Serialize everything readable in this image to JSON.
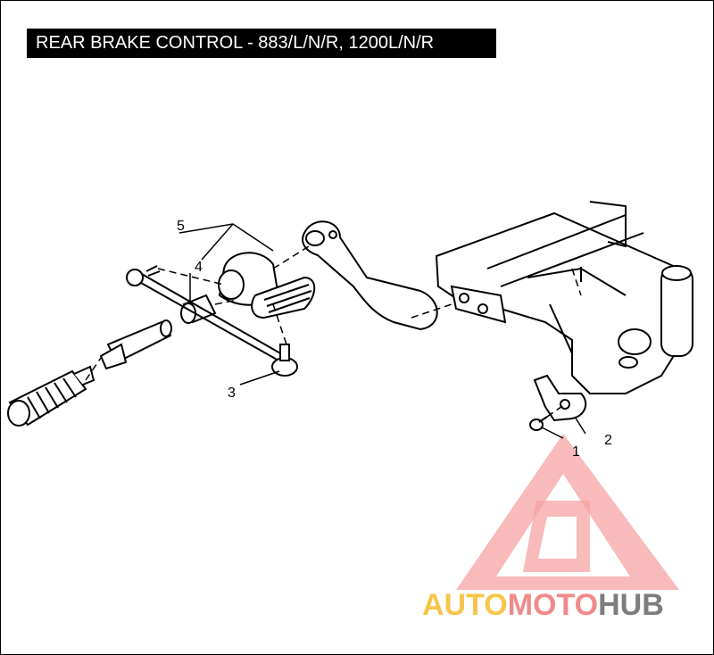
{
  "diagram": {
    "title": "REAR BRAKE CONTROL - 883/L/N/R, 1200L/N/R",
    "callouts": [
      {
        "id": "1",
        "label": "1"
      },
      {
        "id": "2",
        "label": "2"
      },
      {
        "id": "3",
        "label": "3"
      },
      {
        "id": "4",
        "label": "4"
      },
      {
        "id": "5",
        "label": "5"
      }
    ]
  },
  "watermark": {
    "part1": "AUTO",
    "part2": "MOTO",
    "part3": "HUB",
    "colors": {
      "auto": "#f6c54a",
      "moto": "#f08a8a",
      "hub": "#7d7d7d",
      "logo": "#f28b8b"
    }
  }
}
